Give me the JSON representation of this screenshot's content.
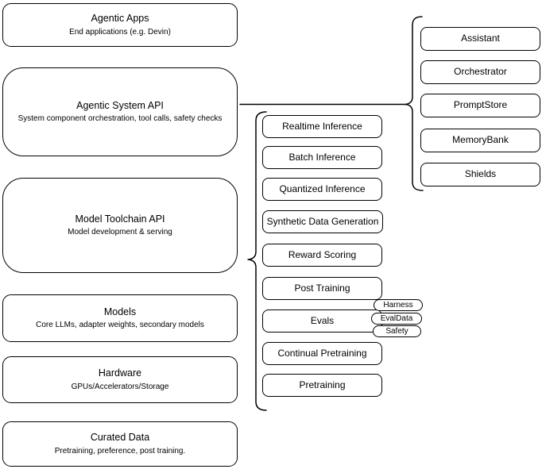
{
  "colors": {
    "stroke": "#000000",
    "background": "#ffffff"
  },
  "stack_column": {
    "boxes": [
      {
        "title": "Agentic Apps",
        "subtitle": "End applications (e.g. Devin)"
      },
      {
        "title": "Agentic System API",
        "subtitle": "System component orchestration, tool calls, safety checks"
      },
      {
        "title": "Model Toolchain API",
        "subtitle": "Model development & serving"
      },
      {
        "title": "Models",
        "subtitle": "Core LLMs, adapter weights, secondary models"
      },
      {
        "title": "Hardware",
        "subtitle": "GPUs/Accelerators/Storage"
      },
      {
        "title": "Curated Data",
        "subtitle": "Pretraining, preference, post training."
      }
    ]
  },
  "toolchain_column": {
    "boxes": [
      {
        "label": "Realtime Inference"
      },
      {
        "label": "Batch Inference"
      },
      {
        "label": "Quantized Inference"
      },
      {
        "label": "Synthetic Data Generation"
      },
      {
        "label": "Reward Scoring"
      },
      {
        "label": "Post Training"
      },
      {
        "label": "Evals"
      },
      {
        "label": "Continual Pretraining"
      },
      {
        "label": "Pretraining"
      }
    ]
  },
  "eval_badges": [
    {
      "label": "Harness"
    },
    {
      "label": "EvalData"
    },
    {
      "label": "Safety"
    }
  ],
  "system_column": {
    "boxes": [
      {
        "label": "Assistant"
      },
      {
        "label": "Orchestrator"
      },
      {
        "label": "PromptStore"
      },
      {
        "label": "MemoryBank"
      },
      {
        "label": "Shields"
      }
    ]
  }
}
